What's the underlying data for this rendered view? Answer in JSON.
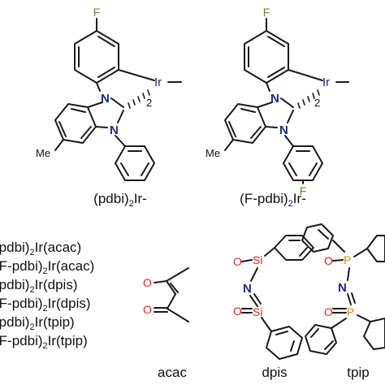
{
  "complexes": {
    "left": {
      "prefix": "(pdbi)",
      "sub": "2",
      "suffix": "Ir-"
    },
    "right": {
      "prefix": "(F-pdbi)",
      "sub": "2",
      "suffix": "Ir-"
    }
  },
  "atoms": {
    "F": "F",
    "N": "N",
    "Ir": "Ir",
    "count": "2",
    "Me": "Me",
    "O": "O",
    "Si": "Si",
    "P": "P"
  },
  "list": [
    {
      "prefix": "(pdbi)",
      "sub": "2",
      "suffix": "Ir(acac)"
    },
    {
      "prefix": "(F-pdbi)",
      "sub": "2",
      "suffix": "Ir(acac)"
    },
    {
      "prefix": "(pdbi)",
      "sub": "2",
      "suffix": "Ir(dpis)"
    },
    {
      "prefix": "(F-pdbi)",
      "sub": "2",
      "suffix": "Ir(dpis)"
    },
    {
      "prefix": "(pdbi)",
      "sub": "2",
      "suffix": "Ir(tpip)"
    },
    {
      "prefix": "(F-pdbi)",
      "sub": "2",
      "suffix": "Ir(tpip)"
    }
  ],
  "ligands": {
    "acac": "acac",
    "dpis": "dpis",
    "tpip": "tpip"
  },
  "colors": {
    "N": "#1a2a8c",
    "F": "#5c8f2e",
    "O": "#d22b1f",
    "Si": "#d22b1f",
    "P": "#d68a12"
  }
}
